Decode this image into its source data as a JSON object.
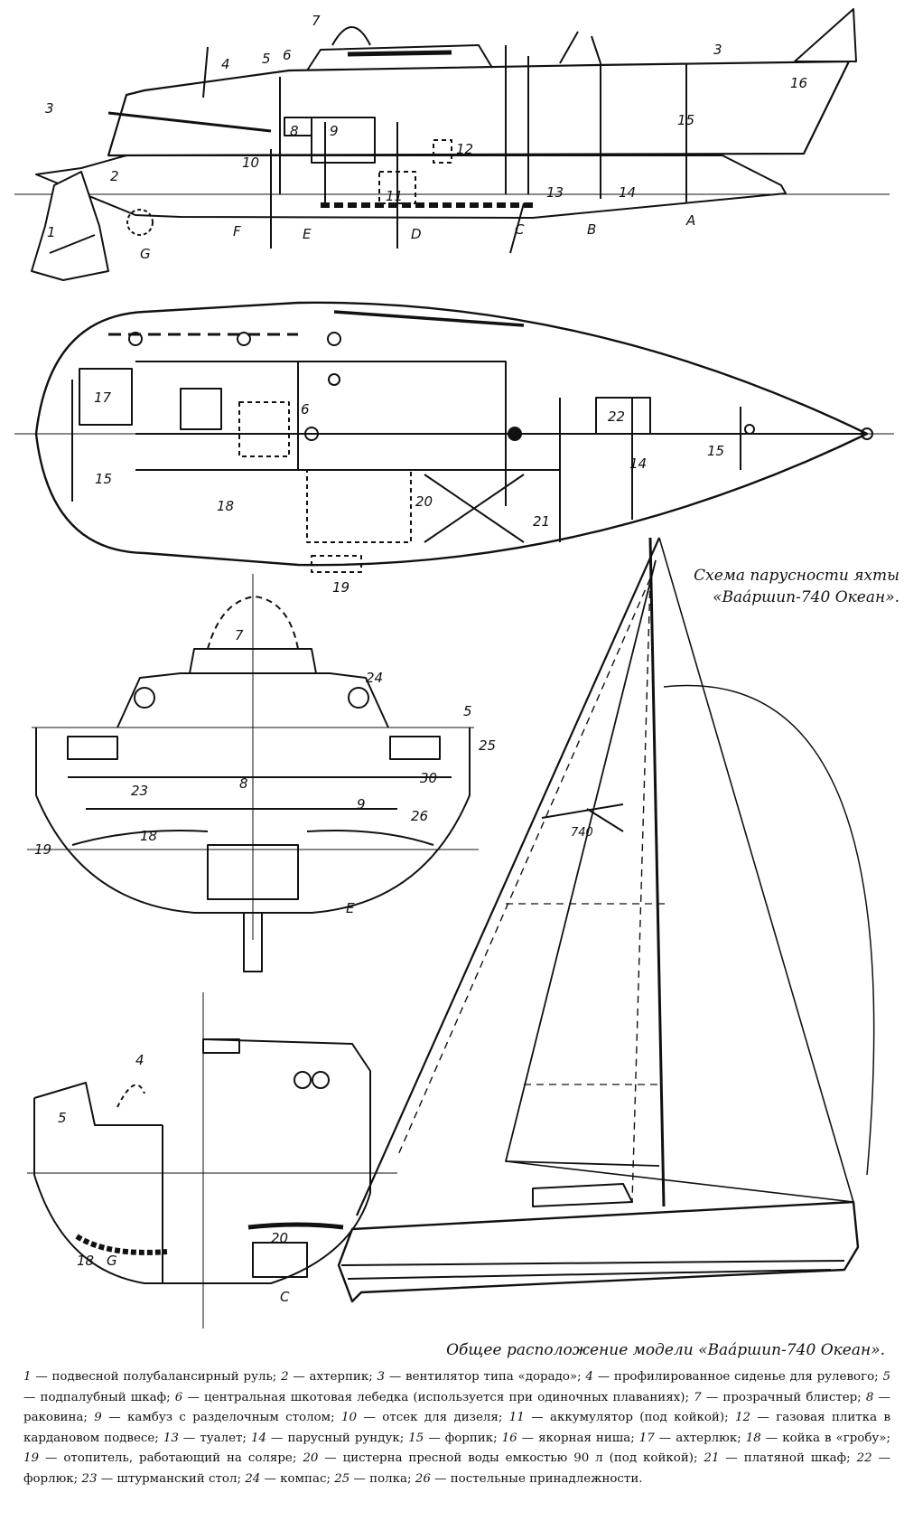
{
  "captions": {
    "sail_plan": [
      "Схема парусности яхты",
      "«Ваа́ршип-740 Океан»."
    ],
    "general_layout": "Общее расположение модели «Ваа́ршип-740 Океан»."
  },
  "sail_number": "740",
  "callouts": {
    "profile": [
      "1",
      "2",
      "3",
      "4",
      "5",
      "6",
      "7",
      "8",
      "9",
      "10",
      "11",
      "12",
      "13",
      "14",
      "15",
      "16",
      "3"
    ],
    "stations": [
      "A",
      "B",
      "C",
      "D",
      "E",
      "F",
      "G"
    ],
    "plan": [
      "17",
      "6",
      "22",
      "15",
      "14",
      "15",
      "18",
      "20",
      "21",
      "19"
    ],
    "section_E": [
      "7",
      "24",
      "5",
      "25",
      "23",
      "8",
      "9",
      "30",
      "26",
      "19",
      "18",
      "E"
    ],
    "section_G": [
      "4",
      "5",
      "18",
      "G",
      "20",
      "C"
    ]
  },
  "legend": [
    {
      "n": "1",
      "t": "подвесной полубалансирный руль"
    },
    {
      "n": "2",
      "t": "ахтерпик"
    },
    {
      "n": "3",
      "t": "вентилятор типа «дорадо»"
    },
    {
      "n": "4",
      "t": "профилированное сиденье для рулевого"
    },
    {
      "n": "5",
      "t": "подпалубный шкаф"
    },
    {
      "n": "6",
      "t": "центральная шкотовая лебедка (используется при одиночных плаваниях)"
    },
    {
      "n": "7",
      "t": "прозрачный блистер"
    },
    {
      "n": "8",
      "t": "раковина"
    },
    {
      "n": "9",
      "t": "камбуз с разделочным столом"
    },
    {
      "n": "10",
      "t": "отсек для дизеля"
    },
    {
      "n": "11",
      "t": "аккумулятор (под койкой)"
    },
    {
      "n": "12",
      "t": "газовая плитка в кардановом подвесе"
    },
    {
      "n": "13",
      "t": "туалет"
    },
    {
      "n": "14",
      "t": "парусный рундук"
    },
    {
      "n": "15",
      "t": "форпик"
    },
    {
      "n": "16",
      "t": "якорная ниша"
    },
    {
      "n": "17",
      "t": "ахтерлюк"
    },
    {
      "n": "18",
      "t": "койка в «гробу»"
    },
    {
      "n": "19",
      "t": "отопитель, работающий на соляре"
    },
    {
      "n": "20",
      "t": "цистерна пресной воды емкостью 90 л (под койкой)"
    },
    {
      "n": "21",
      "t": "платяной шкаф"
    },
    {
      "n": "22",
      "t": "форлюк"
    },
    {
      "n": "23",
      "t": "штурманский стол"
    },
    {
      "n": "24",
      "t": "компас"
    },
    {
      "n": "25",
      "t": "полка"
    },
    {
      "n": "26",
      "t": "постельные принадлежности"
    }
  ]
}
